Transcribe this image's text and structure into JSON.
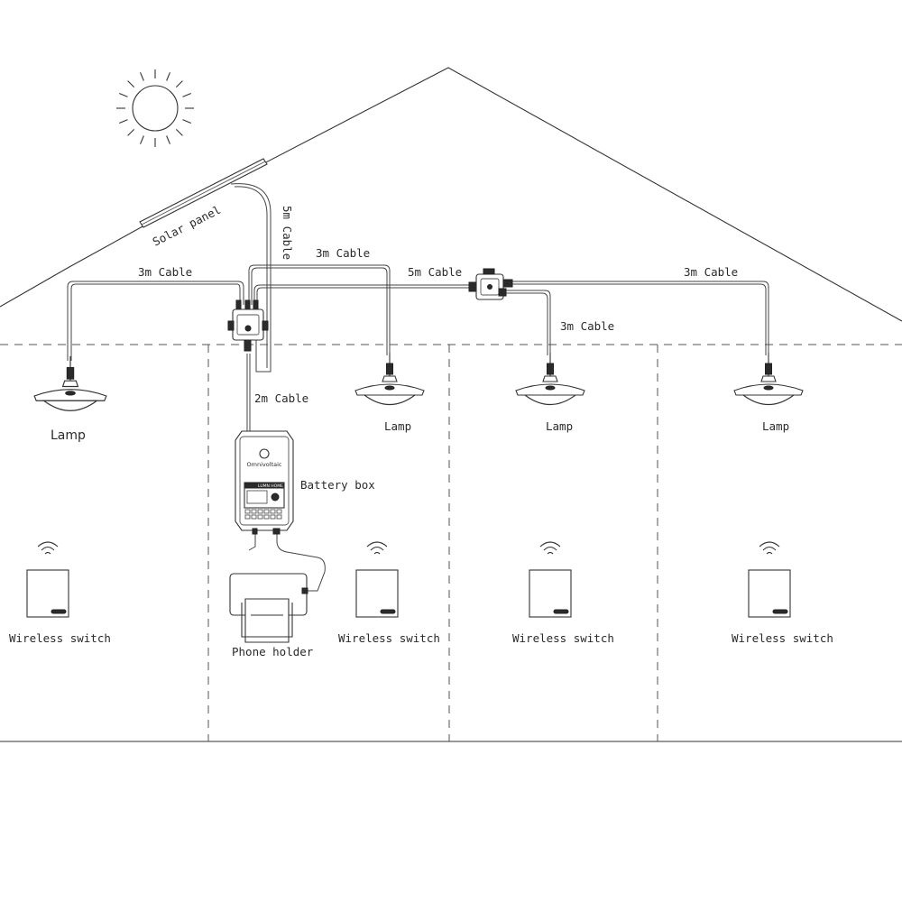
{
  "labels": {
    "solar_panel": "Solar panel",
    "cable_5m_vertical": "5m Cable",
    "cable_3m_left": "3m Cable",
    "cable_3m_top": "3m Cable",
    "cable_5m_mid": "5m Cable",
    "cable_3m_right": "3m Cable",
    "cable_3m_drop": "3m Cable",
    "cable_2m": "2m Cable",
    "lamp_1": "Lamp",
    "lamp_2": "Lamp",
    "lamp_3": "Lamp",
    "lamp_4": "Lamp",
    "battery_box": "Battery box",
    "phone_holder": "Phone holder",
    "switch_1": "Wireless switch",
    "switch_2": "Wireless switch",
    "switch_3": "Wireless switch",
    "switch_4": "Wireless switch"
  },
  "battery_box_text": {
    "brand": "Omnivoltaic",
    "model": "LUMN HOME"
  }
}
